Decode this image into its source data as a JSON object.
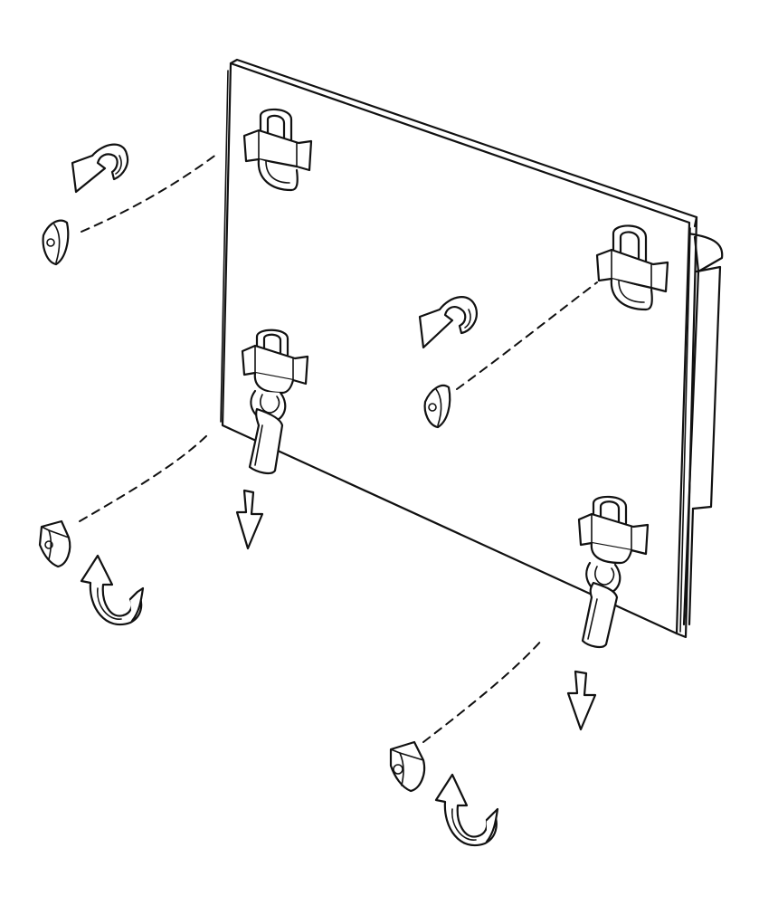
{
  "illustration": {
    "kind": "line-art instruction diagram",
    "colors": {
      "ink": "#111111",
      "background": "#ffffff"
    },
    "icons": [
      "rotate-counterclockwise-arrow-icon",
      "rotate-clockwise-arrow-icon",
      "down-arrow-icon",
      "latch-clip-icon",
      "floor-anchor-icon",
      "strap-loop-icon"
    ],
    "counts": {
      "latches_on_panel": 4,
      "floor_anchors": 4,
      "release_straps": 2
    }
  }
}
